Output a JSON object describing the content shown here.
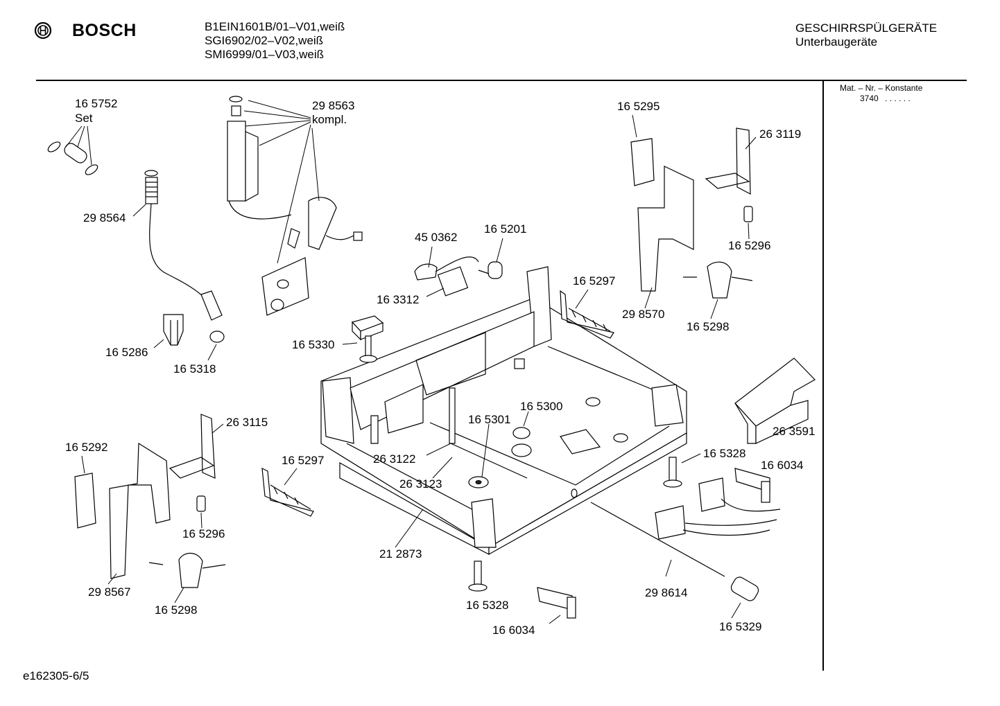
{
  "brand": {
    "name": "BOSCH",
    "logo_icon": "bosch-armature-icon"
  },
  "models": [
    "B1EIN1601B/01–V01,weiß",
    "SGI6902/02–V02,weiß",
    "SMI6999/01–V03,weiß"
  ],
  "category": {
    "title": "GESCHIRRSPÜLGERÄTE",
    "subtitle": "Unterbaugeräte"
  },
  "sidebar": {
    "heading": "Mat. – Nr. – Konstante",
    "value": "3740",
    "dots": ". . . . . ."
  },
  "footer": {
    "doc_id": "e162305-6/5"
  },
  "parts": {
    "p165752": "16 5752",
    "set": "Set",
    "p298563": "29 8563",
    "kompl": "kompl.",
    "p298564": "29 8564",
    "p165286": "16 5286",
    "p165318": "16 5318",
    "p450362": "45 0362",
    "p165201": "16 5201",
    "p163312": "16 3312",
    "p165330": "16 5330",
    "p165295": "16 5295",
    "p263119": "26 3119",
    "p165296a": "16 5296",
    "p165297a": "16 5297",
    "p298570": "29 8570",
    "p165298a": "16 5298",
    "p263591": "26 3591",
    "p165300": "16 5300",
    "p165301": "16 5301",
    "p263122": "26 3122",
    "p263123": "26 3123",
    "p263115": "26 3115",
    "p165292": "16 5292",
    "p165297b": "16 5297",
    "p165296b": "16 5296",
    "p298567": "29 8567",
    "p165298b": "16 5298",
    "p212873": "21 2873",
    "p165328a": "16 5328",
    "p166034a": "16 6034",
    "p165328b": "16 5328",
    "p166034b": "16 6034",
    "p298614": "29 8614",
    "p165329": "16 5329"
  }
}
